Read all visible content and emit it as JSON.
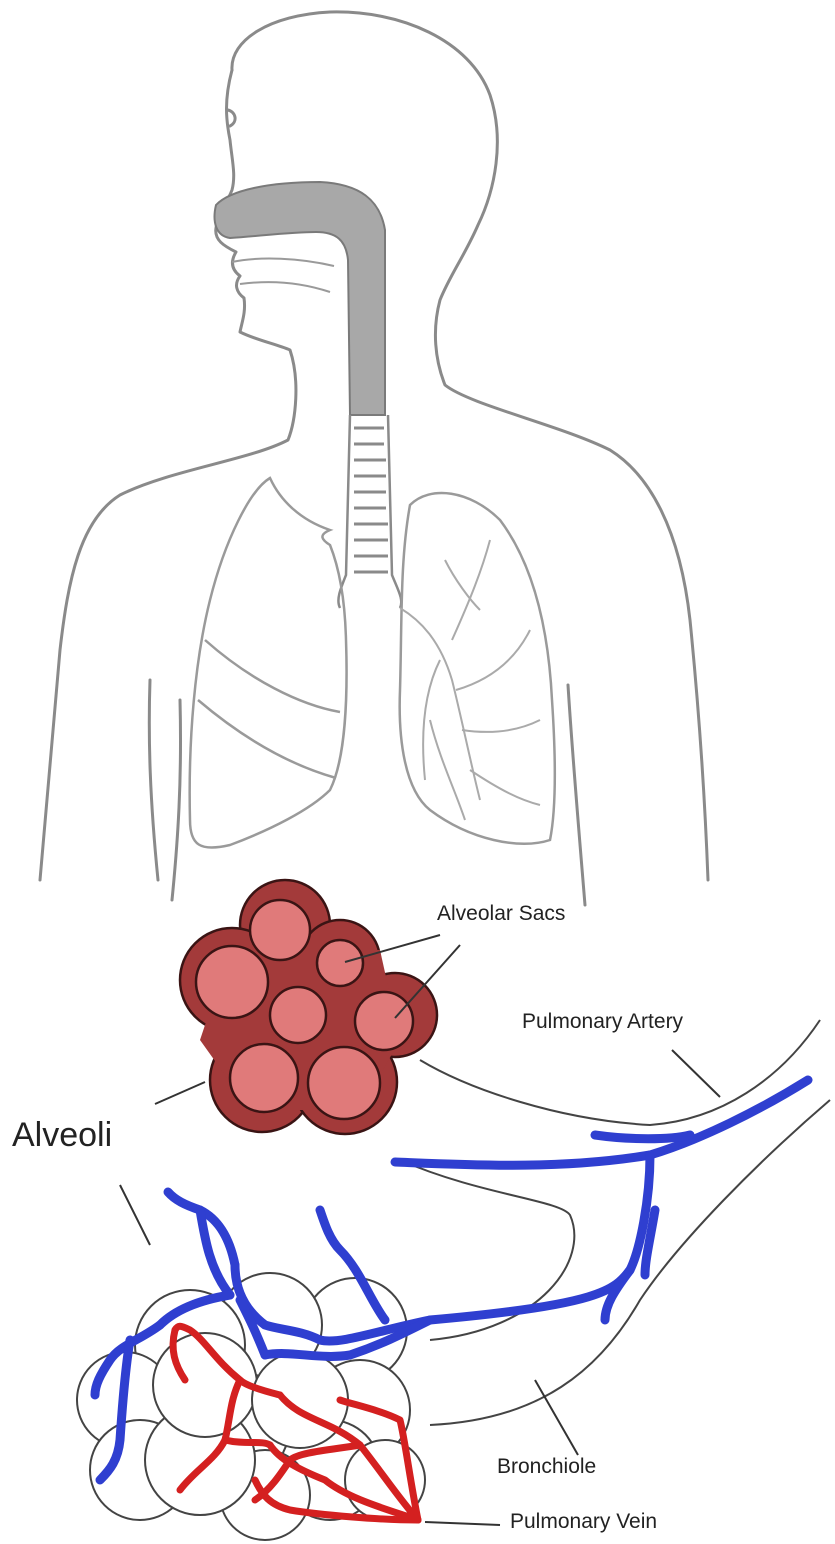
{
  "labels": {
    "alveolar_sacs": "Alveolar Sacs",
    "pulmonary_artery": "Pulmonary Artery",
    "alveoli": "Alveoli",
    "bronchiole": "Bronchiole",
    "pulmonary_vein": "Pulmonary Vein"
  },
  "colors": {
    "outline": "#8a8a8a",
    "airway_fill": "#a8a8a8",
    "sac_outer": "#a33a3a",
    "sac_inner": "#e07a7a",
    "vessel_blue": "#2f3fd0",
    "vessel_red": "#d42020",
    "line": "#333333"
  },
  "icons": [
    "body-outline",
    "lungs",
    "trachea",
    "alveolar-sac-cluster",
    "alveoli-grape-cluster"
  ]
}
